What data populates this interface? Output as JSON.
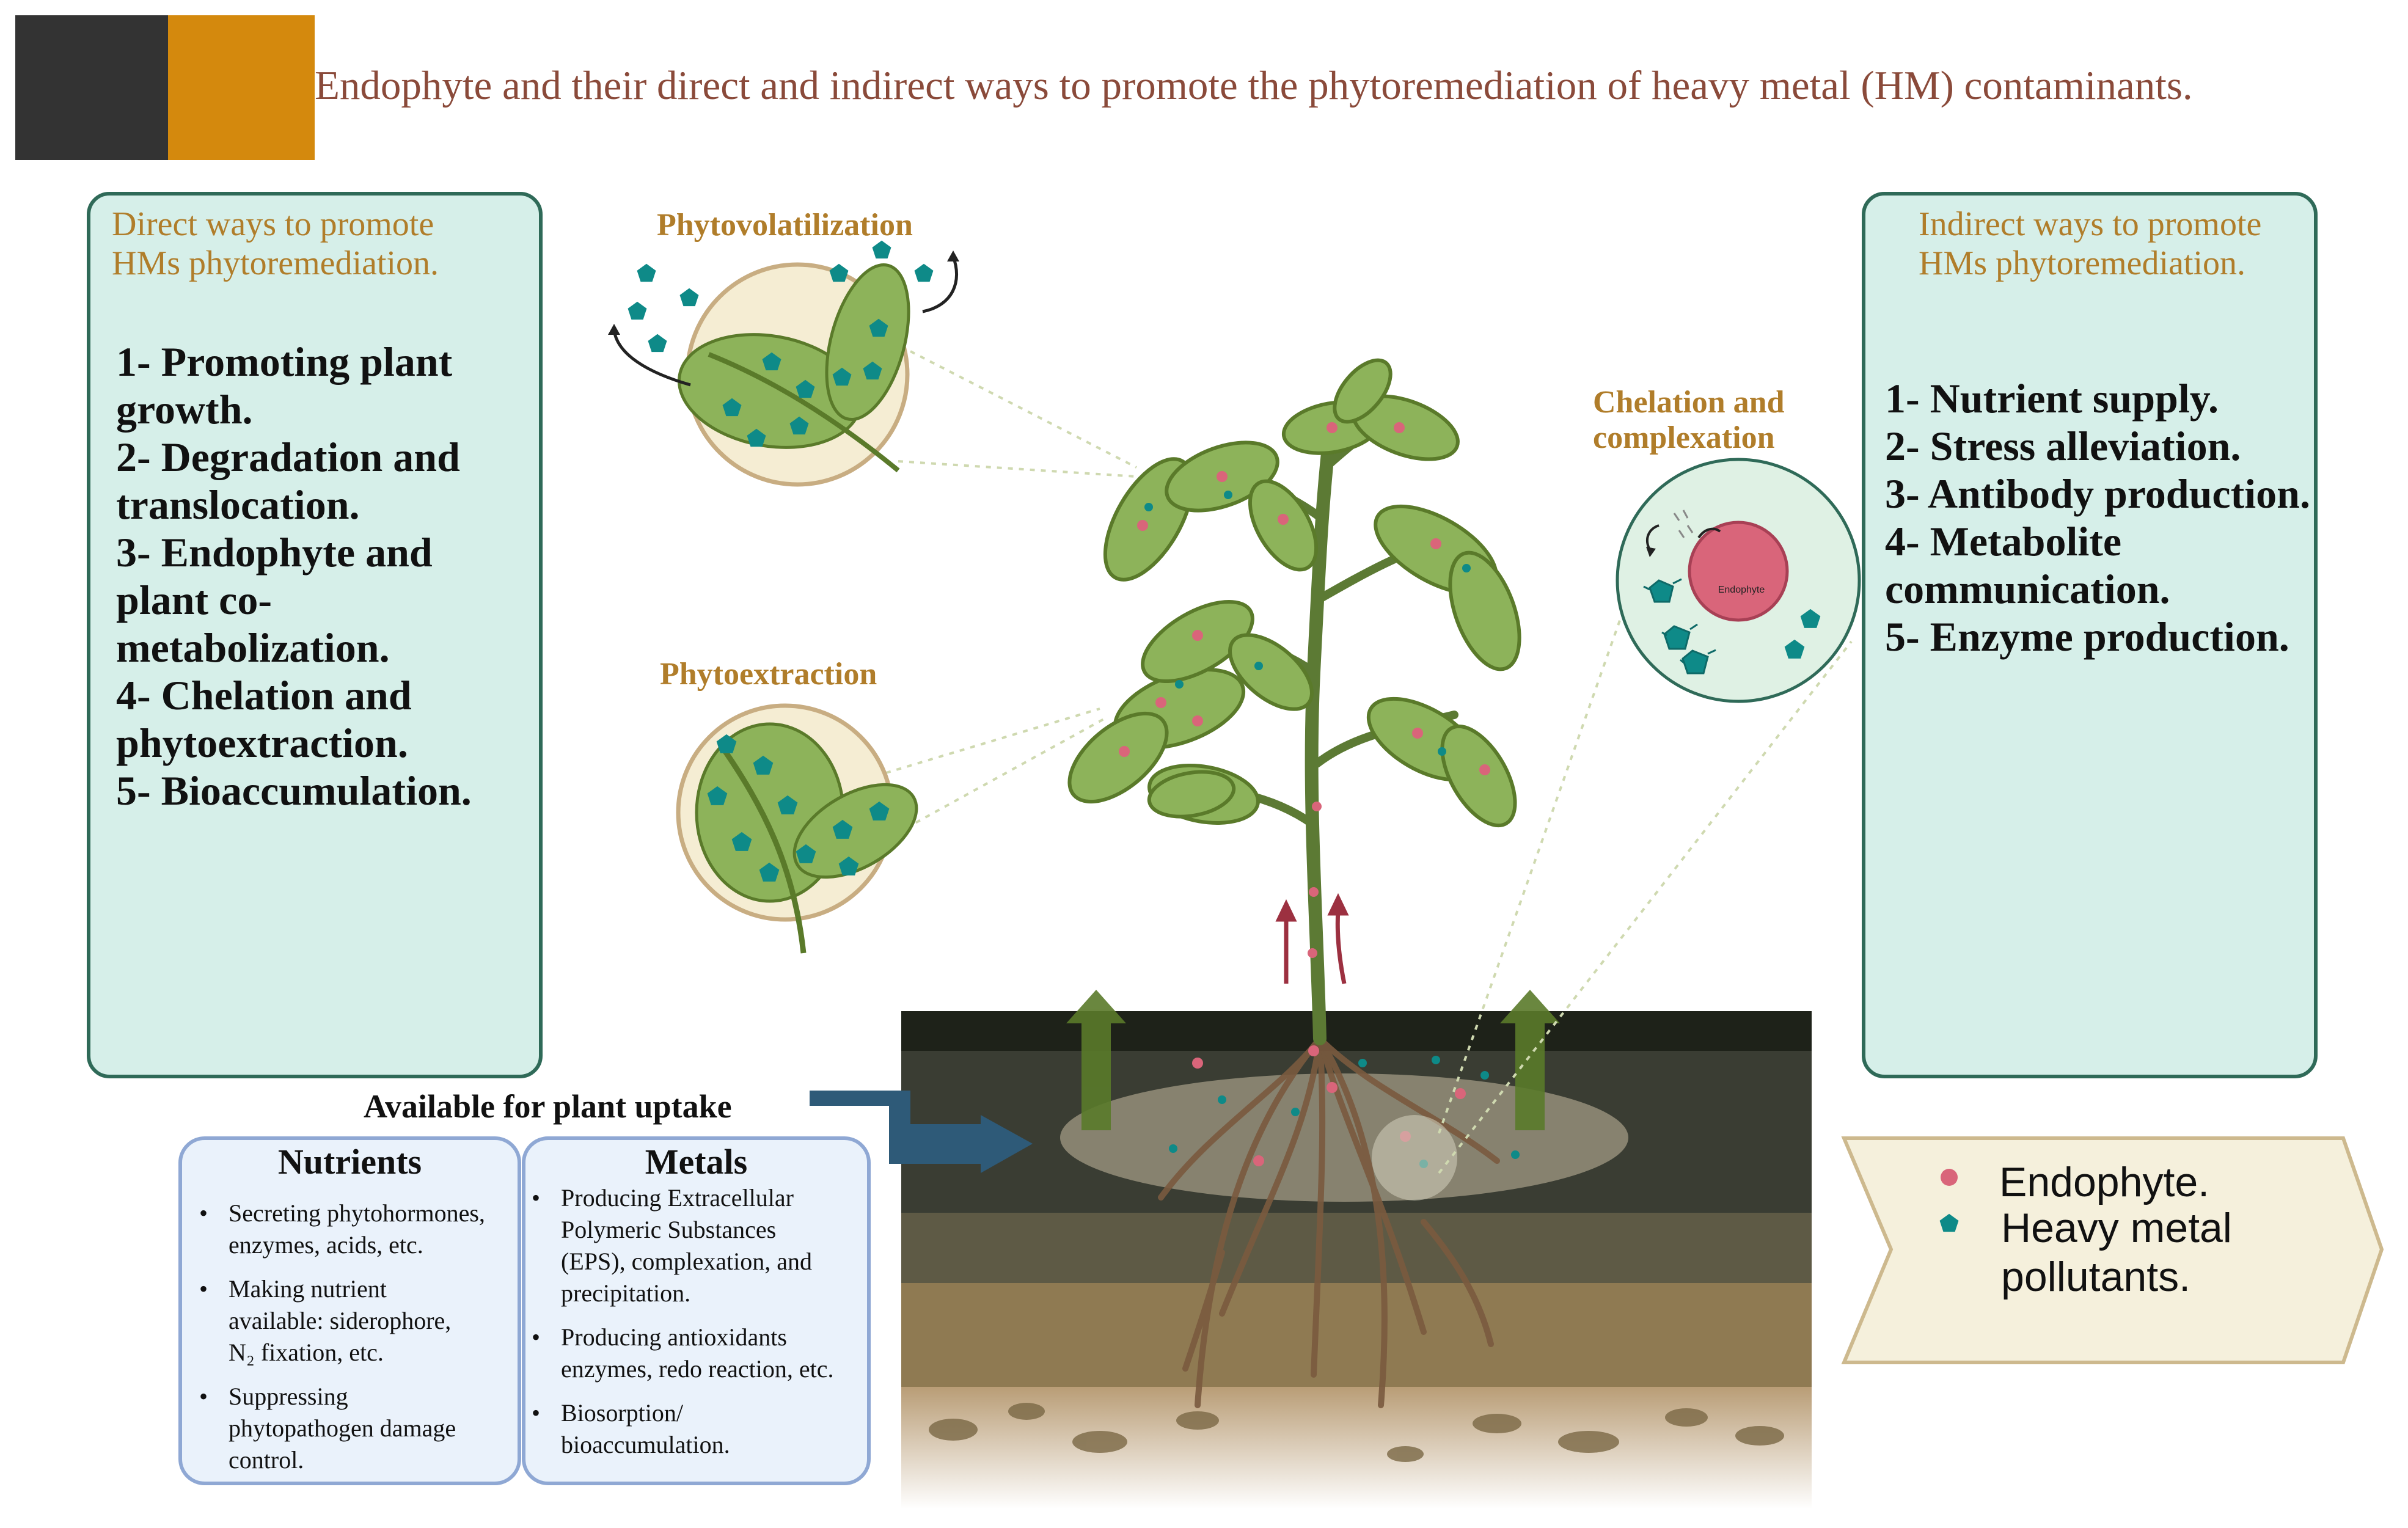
{
  "title": "Endophyte and their direct and indirect ways to promote the phytoremediation of heavy metal (HM) contaminants.",
  "colors": {
    "header_dark": "#333333",
    "header_orange": "#d4890d",
    "title_text": "#8a4a3a",
    "panel_fill": "#d6efe9",
    "panel_border": "#2f6a58",
    "panel_title": "#b07d2a",
    "box_fill": "#eaf2fb",
    "box_border": "#8fa8d4",
    "legend_fill": "#f5f0dc",
    "legend_border": "#cdb98e",
    "endophyte": "#d9657a",
    "heavy_metal": "#0e8a88",
    "arrow_blue": "#2e5a78",
    "arrow_green": "#5a7a2a",
    "arrow_red": "#9c3040"
  },
  "direct_panel": {
    "title_lines": [
      "Direct ways to promote",
      "HMs phytoremediation."
    ],
    "items": [
      "1- Promoting plant",
      "growth.",
      "2- Degradation and",
      "translocation.",
      "3- Endophyte and",
      "plant co-",
      "metabolization.",
      "4- Chelation and",
      "phytoextraction.",
      "5- Bioaccumulation."
    ]
  },
  "indirect_panel": {
    "title_lines": [
      "Indirect ways to promote",
      "HMs phytoremediation."
    ],
    "items": [
      "1- Nutrient supply.",
      "2- Stress alleviation.",
      "3- Antibody production.",
      "4- Metabolite",
      "communication.",
      "5- Enzyme production."
    ]
  },
  "process_labels": {
    "phytovolatilization": "Phytovolatilization",
    "phytoextraction": "Phytoextraction",
    "chelation_lines": [
      "Chelation and",
      "complexation"
    ],
    "endophyte_cell": "Endophyte"
  },
  "uptake": {
    "label": "Available for plant uptake",
    "nutrients": {
      "title": "Nutrients",
      "bullets": [
        [
          "Secreting phytohormones,",
          "enzymes, acids, etc."
        ],
        [
          "Making nutrient",
          "available: siderophore,",
          "N₂ fixation, etc."
        ],
        [
          "Suppressing",
          "phytopathogen damage",
          "control."
        ]
      ]
    },
    "metals": {
      "title": "Metals",
      "bullets": [
        [
          "Producing Extracellular",
          "Polymeric Substances",
          "(EPS), complexation, and",
          "precipitation."
        ],
        [
          "Producing antioxidants",
          "enzymes, redo reaction, etc."
        ],
        [
          "Biosorption/",
          "bioaccumulation."
        ]
      ]
    }
  },
  "legend": {
    "endophyte": "Endophyte.",
    "heavy_metal_lines": [
      "Heavy metal",
      "pollutants."
    ]
  }
}
